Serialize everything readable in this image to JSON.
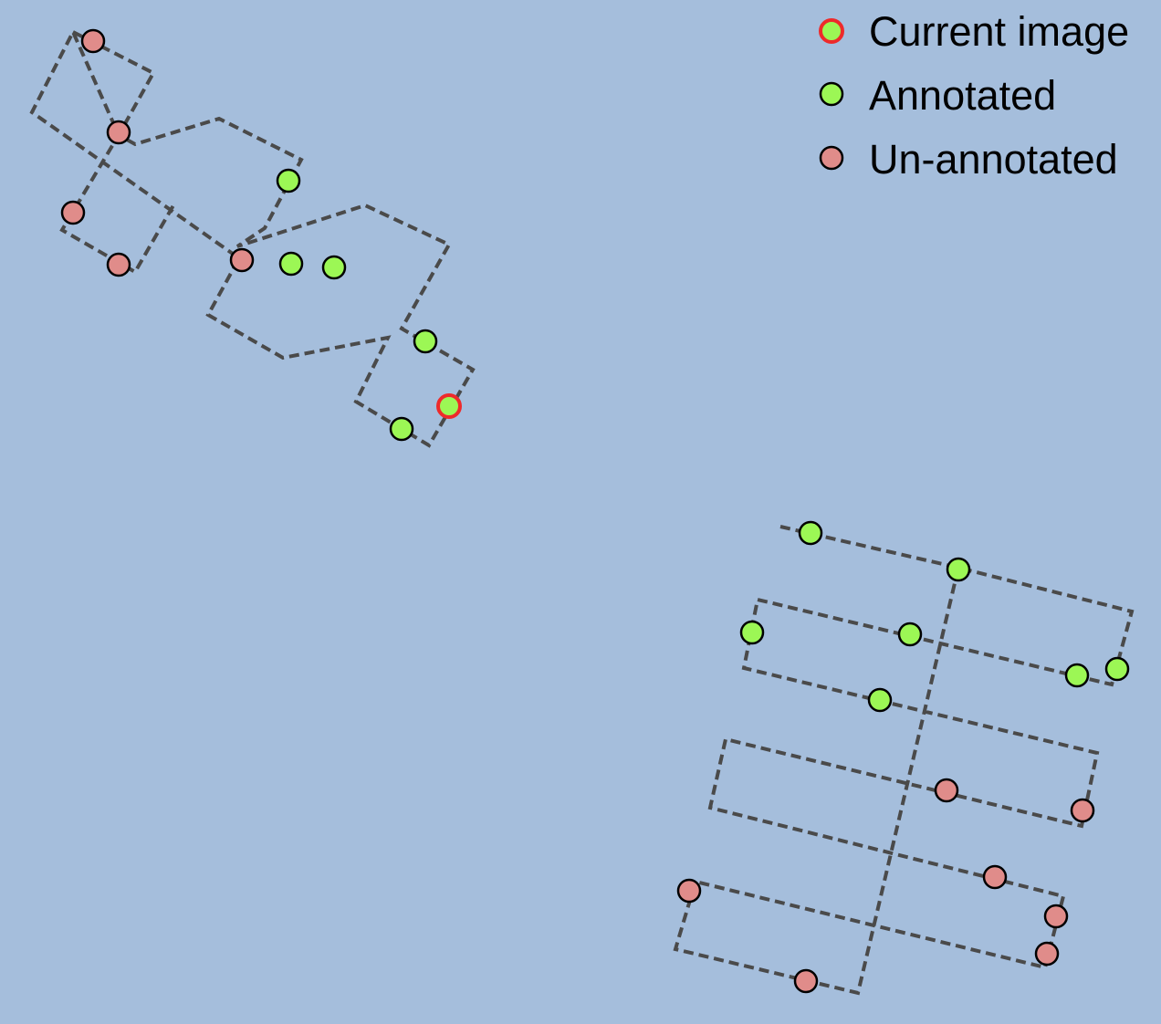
{
  "colors": {
    "background": "#a5bedc",
    "path": "#4a4a4a",
    "annotated": "#9cf755",
    "unannotated": "#e08c8a",
    "current_ring": "#ee2a2a",
    "outline": "#000000"
  },
  "legend": {
    "items": [
      {
        "key": "current",
        "label": "Current image",
        "icon": "current-marker-icon"
      },
      {
        "key": "annotated",
        "label": "Annotated",
        "icon": "annotated-marker-icon"
      },
      {
        "key": "unannotated",
        "label": "Un-annotated",
        "icon": "unannotated-marker-icon"
      }
    ]
  },
  "map": {
    "flight_paths": 2,
    "images": [
      {
        "status": "unannotated"
      },
      {
        "status": "unannotated"
      },
      {
        "status": "unannotated"
      },
      {
        "status": "unannotated"
      },
      {
        "status": "unannotated"
      },
      {
        "status": "annotated"
      },
      {
        "status": "annotated"
      },
      {
        "status": "annotated"
      },
      {
        "status": "annotated"
      },
      {
        "status": "current"
      },
      {
        "status": "annotated"
      },
      {
        "status": "annotated"
      },
      {
        "status": "annotated"
      },
      {
        "status": "annotated"
      },
      {
        "status": "annotated"
      },
      {
        "status": "annotated"
      },
      {
        "status": "annotated"
      },
      {
        "status": "annotated"
      },
      {
        "status": "unannotated"
      },
      {
        "status": "unannotated"
      },
      {
        "status": "unannotated"
      },
      {
        "status": "unannotated"
      },
      {
        "status": "unannotated"
      },
      {
        "status": "unannotated"
      },
      {
        "status": "unannotated"
      }
    ]
  }
}
